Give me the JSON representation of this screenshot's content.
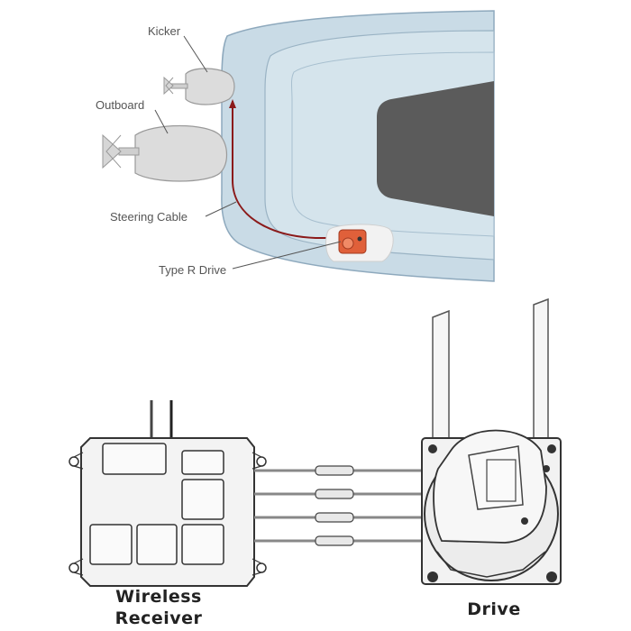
{
  "top_diagram": {
    "labels": {
      "kicker": "Kicker",
      "outboard": "Outboard",
      "steering_cable": "Steering Cable",
      "type_r_drive": "Type R Drive"
    },
    "colors": {
      "hull": "#c9dbe6",
      "hull_stroke": "#8ea9bd",
      "console": "#5b5b5b",
      "cable": "#8b1a1a",
      "drive": "#e0603a",
      "motor": "#dcdcdc"
    }
  },
  "bottom_diagram": {
    "labels": {
      "receiver_line1": "Wireless",
      "receiver_line2": "Receiver",
      "drive": "Drive"
    },
    "connector_count": 4
  }
}
